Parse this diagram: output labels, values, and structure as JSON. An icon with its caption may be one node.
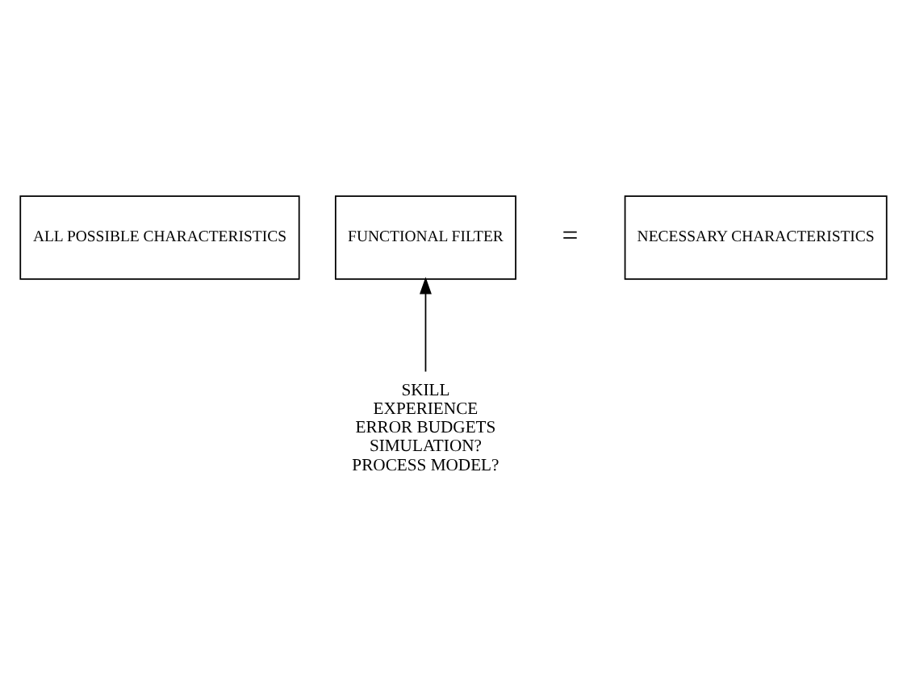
{
  "diagram": {
    "nodes": [
      {
        "text": [
          "ALL POSSIBLE CHARACTERISTICS"
        ]
      },
      {
        "text": [
          "FUNCTIONAL FILTER"
        ]
      },
      {
        "text": [
          "NECESSARY CHARACTERISTICS"
        ]
      },
      {
        "text": [
          "SKILL",
          "EXPERIENCE",
          "ERROR BUDGETS",
          "SIMULATION?",
          "PROCESS MODEL?"
        ]
      }
    ],
    "edges": [
      {
        "from": 3,
        "to": 1,
        "arrow": "to"
      }
    ],
    "labels": [
      "="
    ]
  }
}
